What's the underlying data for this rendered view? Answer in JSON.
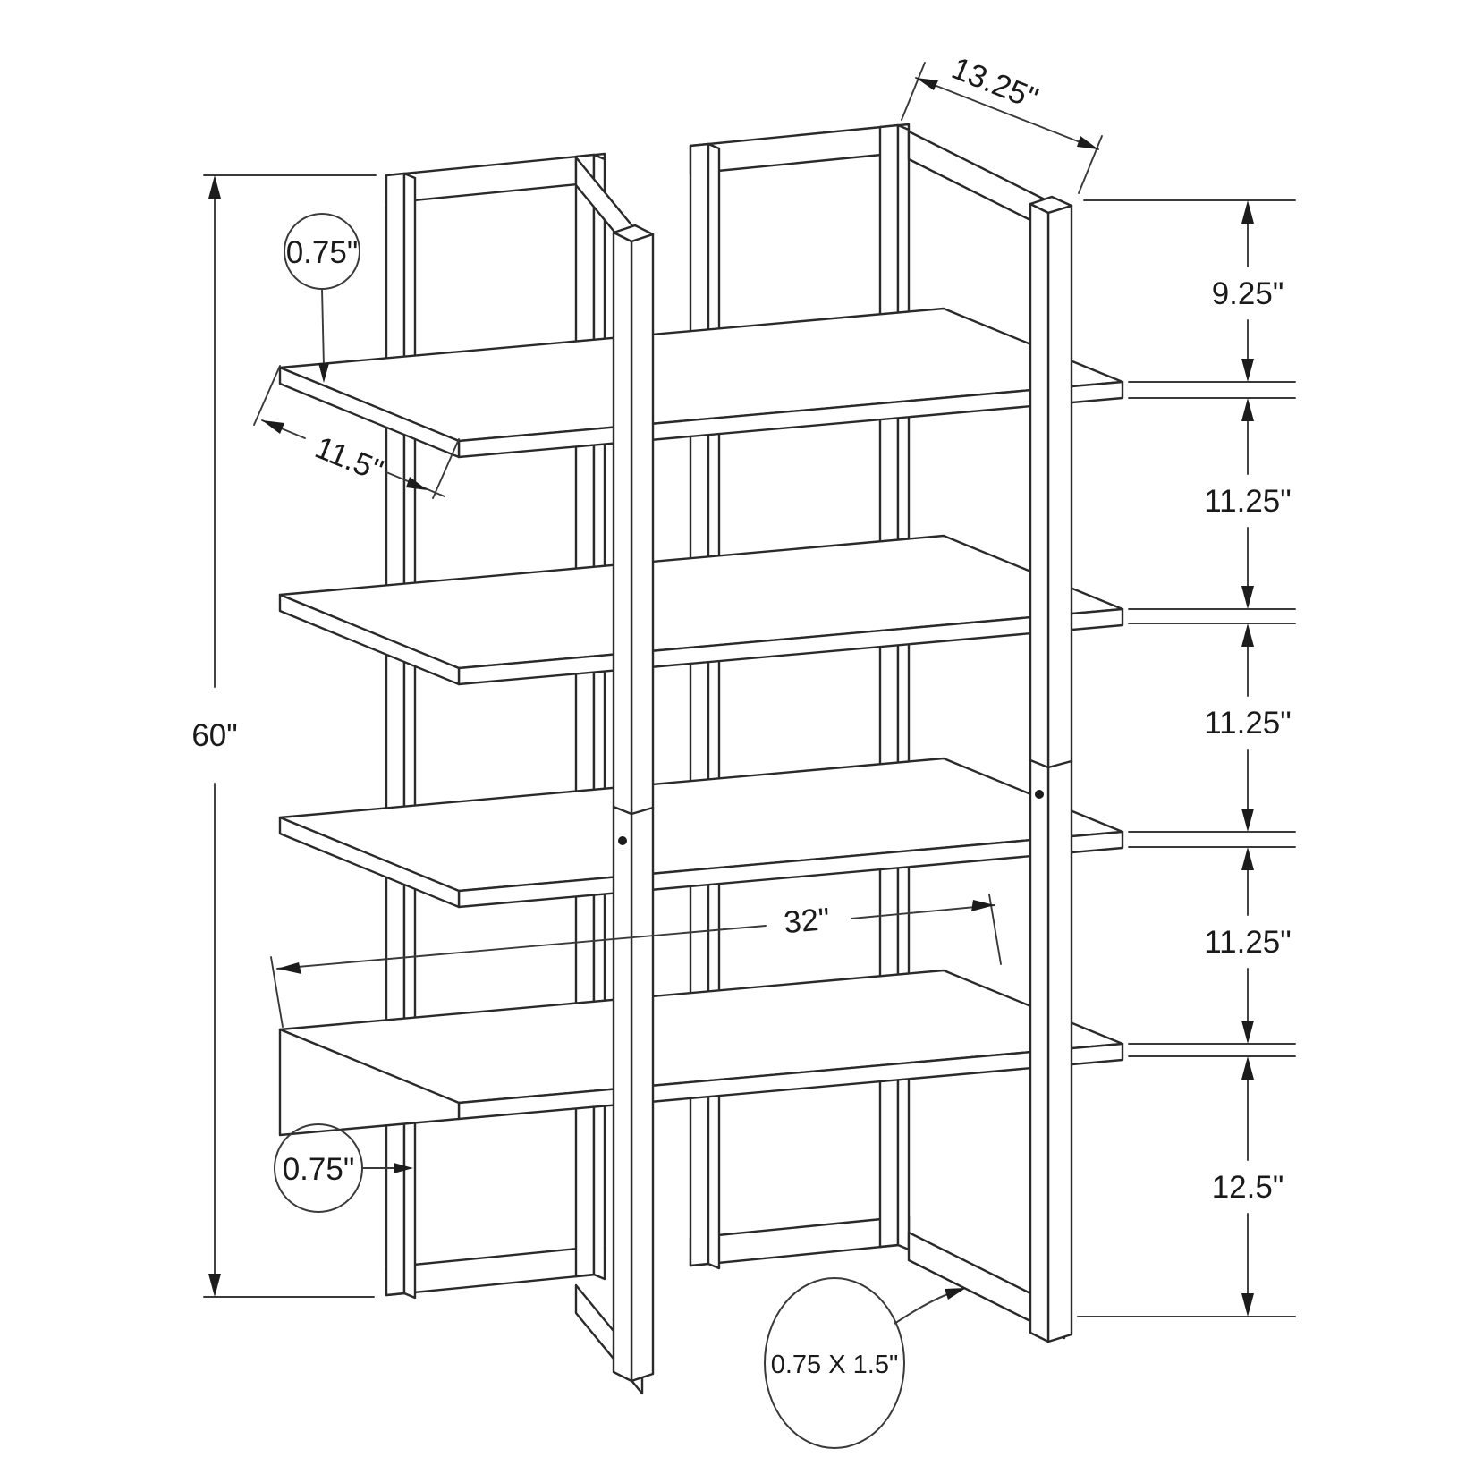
{
  "figure": {
    "background": "#ffffff",
    "line_color": "#2a2a2a",
    "text_color": "#1a1a1a",
    "description": "Dimension line drawing of a 4-shelf etagere bookcase"
  },
  "dimensions": {
    "depth_top": "13.25\"",
    "shelf_thickness_top": "0.75\"",
    "shelf_depth": "11.5\"",
    "total_height": "60\"",
    "shelf_width": "32\"",
    "post_thickness": "0.75\"",
    "tube_size": "0.75 X 1.5\"",
    "right_chain": [
      {
        "label": "9.25\""
      },
      {
        "label": "11.25\""
      },
      {
        "label": "11.25\""
      },
      {
        "label": "11.25\""
      },
      {
        "label": "12.5\""
      }
    ]
  }
}
